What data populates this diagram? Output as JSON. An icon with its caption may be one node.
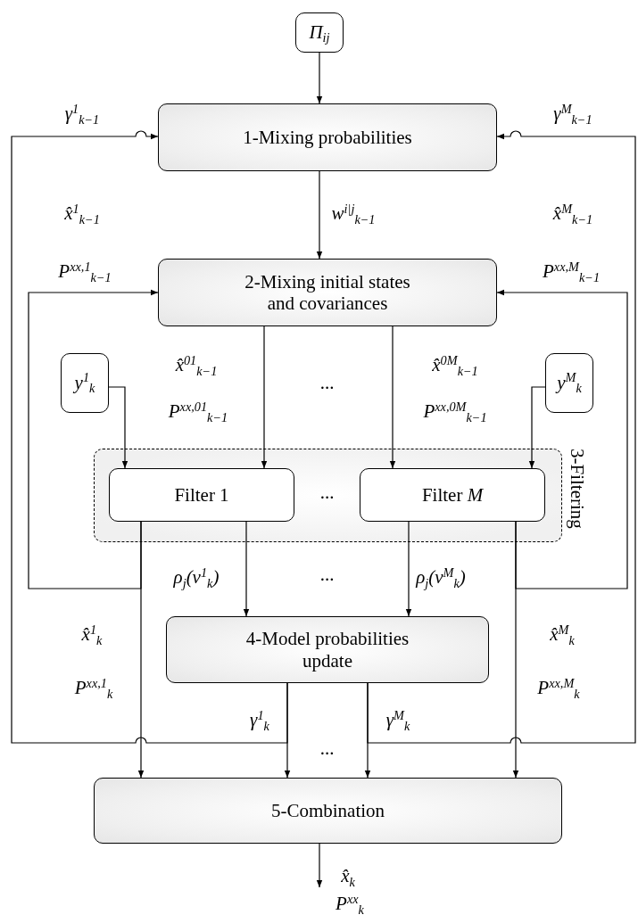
{
  "diagram": {
    "nodes": [
      {
        "text": [
          "Π$_{ij}$"
        ]
      },
      {
        "text": [
          "1-Mixing probabilities"
        ]
      },
      {
        "text": [
          "2-Mixing initial states and covariances"
        ]
      },
      {
        "text": [
          "y$^{1}$$_{k}$"
        ]
      },
      {
        "text": [
          "y$^{M}$$_{k}$"
        ]
      },
      {
        "text": [
          "3-Filtering"
        ]
      },
      {
        "text": [
          "Filter 1"
        ],
        "in": 5
      },
      {
        "text": [
          "Filter *M*"
        ],
        "in": 5
      },
      {
        "text": [
          "4-Model probabilities update"
        ]
      },
      {
        "text": [
          "5-Combination"
        ]
      }
    ],
    "edges": [
      {
        "from": 0,
        "to": 1,
        "arrow": "to"
      },
      {
        "from": 1,
        "to": 2,
        "arrow": "to",
        "label": "w$^{i|j}$$_{k−1}$"
      },
      {
        "from": 2,
        "to": 6,
        "arrow": "to"
      },
      {
        "from": 2,
        "to": 7,
        "arrow": "to"
      },
      {
        "from": 3,
        "to": 6,
        "arrow": "to"
      },
      {
        "from": 4,
        "to": 7,
        "arrow": "to"
      },
      {
        "from": 6,
        "to": 8,
        "arrow": "to",
        "label": "ρ$_{j}$(ν$^{1}$$_{k}$)"
      },
      {
        "from": 7,
        "to": 8,
        "arrow": "to",
        "label": "ρ$_{j}$(ν$^{M}$$_{k}$)"
      },
      {
        "from": 6,
        "to": 2,
        "arrow": "to"
      },
      {
        "from": 7,
        "to": 2,
        "arrow": "to"
      },
      {
        "from": 6,
        "to": 9,
        "arrow": "to"
      },
      {
        "from": 7,
        "to": 9,
        "arrow": "to"
      },
      {
        "from": 8,
        "to": 9,
        "arrow": "to",
        "label": "γ$^{1}$$_{k}$"
      },
      {
        "from": 8,
        "to": 9,
        "arrow": "to",
        "label": "γ$^{M}$$_{k}$"
      },
      {
        "from": 8,
        "to": 1,
        "arrow": "to"
      },
      {
        "from": 8,
        "to": 1,
        "arrow": "to"
      },
      {
        "from": 9,
        "to": null,
        "arrow": "to"
      }
    ],
    "labels": [
      "γ$^{1}$$_{k−1}$",
      "γ$^{M}$$_{k−1}$",
      "x̂$^{1}$$_{k−1}$",
      "x̂$^{M}$$_{k−1}$",
      "P$^{xx,1}$$_{k−1}$",
      "P$^{xx,M}$$_{k−1}$",
      "x̂$^{01}$$_{k−1}$",
      "x̂$^{0M}$$_{k−1}$",
      "...",
      "P$^{xx,01}$$_{k−1}$",
      "P$^{xx,0M}$$_{k−1}$",
      "...",
      "...",
      "x̂$^{1}$$_{k}$",
      "x̂$^{M}$$_{k}$",
      "P$^{xx,1}$$_{k}$",
      "P$^{xx,M}$$_{k}$",
      "...",
      "x̂$_{k}$",
      "P$^{xx}$$_{k}$"
    ]
  }
}
